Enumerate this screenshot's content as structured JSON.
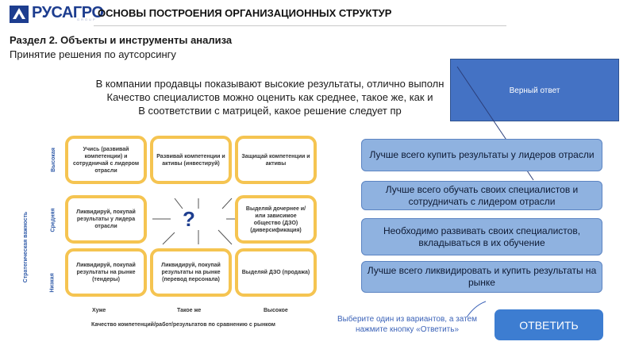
{
  "header": {
    "logo_text": "РУСАГРО",
    "logo_sub": "GROUP",
    "title": "ОСНОВЫ ПОСТРОЕНИЯ ОРГАНИЗАЦИОННЫХ СТРУКТУР"
  },
  "section": {
    "title": "Раздел 2. Объекты и инструменты анализа",
    "subtitle": "Принятие решения по аутсорсингу"
  },
  "task_lines": [
    "В компании продавцы показывают высокие результаты, отлично выполн",
    "Качество специалистов можно оценить как среднее, такое же, как и",
    "В соответствии с матрицей, какое решение следует пр"
  ],
  "matrix": {
    "y_axis_title": "Стратегическая важность",
    "rows": [
      "Высокая",
      "Средняя",
      "Низкая"
    ],
    "columns": [
      "Хуже",
      "Такое же",
      "Высокое"
    ],
    "x_axis_title": "Качество компетенций/работ/результатов по сравнению с рынком",
    "center_mark": "?",
    "cells": [
      [
        "Учись (развивай компетенции) и сотрудничай с лидером отрасли",
        "Развивай компетенции и активы (инвестируй)",
        "Защищай компетенции и активы"
      ],
      [
        "Ликвидируй, покупай результаты у лидера отрасли",
        "",
        "Выделяй дочернее и/или зависимое общество (ДЗО) (диверсификация)"
      ],
      [
        "Ликвидируй, покупай результаты на рынке (тендеры)",
        "Ликвидируй, покупай результаты на рынке (перевод персонала)",
        "Выделяй ДЗО (продажа)"
      ]
    ]
  },
  "correct_answer_label": "Верный ответ",
  "answers": [
    "Лучше всего купить результаты у лидеров отрасли",
    "Лучше всего обучать своих специалистов и сотрудничать с лидером отрасли",
    "Необходимо развивать своих специалистов, вкладываться в их обучение",
    "Лучше всего ликвидировать и купить результаты на рынке"
  ],
  "hint": "Выберите один из вариантов, а затем нажмите кнопку «Ответить»",
  "submit_label": "ОТВЕТИТЬ",
  "colors": {
    "brand": "#1d3d8f",
    "cell_border": "#f5c451",
    "answer_bg": "#8fb2e0",
    "correct_bg": "#4472c4",
    "submit_bg": "#3d7dd1"
  }
}
